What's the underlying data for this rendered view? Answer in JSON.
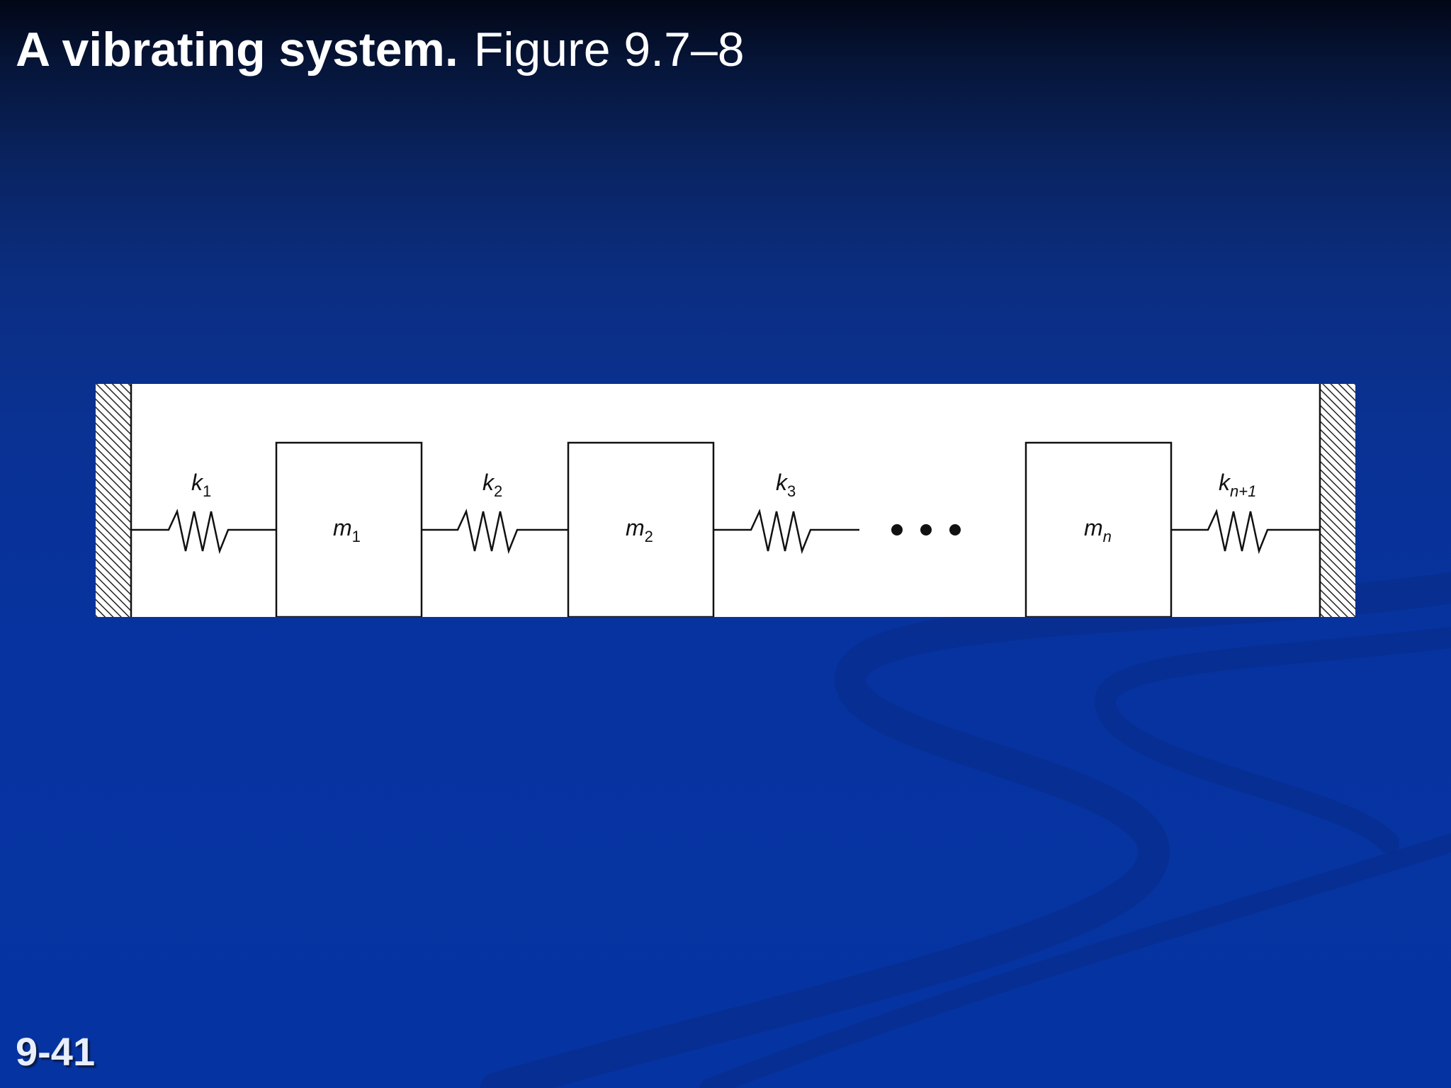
{
  "slide": {
    "title_bold": "A vibrating system.",
    "title_rest": "Figure 9.7–8",
    "page_number": "9-41"
  },
  "diagram": {
    "springs": [
      {
        "base": "k",
        "sub": "1"
      },
      {
        "base": "k",
        "sub": "2"
      },
      {
        "base": "k",
        "sub": "3"
      },
      {
        "base": "k",
        "sub": "n+1"
      }
    ],
    "masses": [
      {
        "base": "m",
        "sub": "1"
      },
      {
        "base": "m",
        "sub": "2"
      },
      {
        "base": "m",
        "sub": "n"
      }
    ],
    "ellipsis": "• • •"
  },
  "colors": {
    "background_top": "#020716",
    "background_bottom": "#0534a2",
    "figure_bg": "#ffffff",
    "ink": "#111111"
  }
}
